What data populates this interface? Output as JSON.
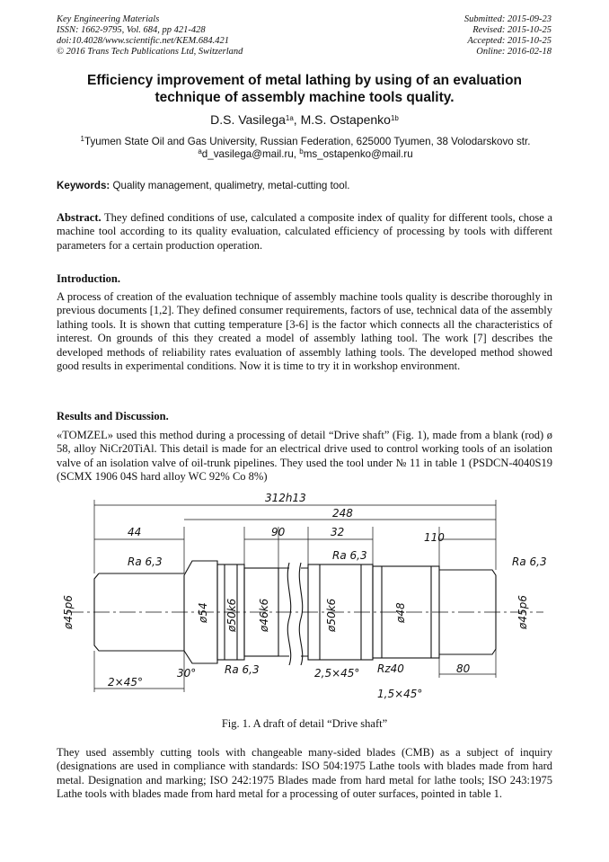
{
  "header": {
    "left": [
      "Key Engineering Materials",
      "ISSN: 1662-9795, Vol. 684, pp 421-428",
      "doi:10.4028/www.scientific.net/KEM.684.421",
      "© 2016 Trans Tech Publications Ltd, Switzerland"
    ],
    "right": [
      "Submitted: 2015-09-23",
      "Revised: 2015-10-25",
      "Accepted: 2015-10-25",
      "Online: 2016-02-18"
    ]
  },
  "title_line1": "Efficiency improvement of metal lathing by using of an evaluation",
  "title_line2": "technique of assembly machine tools quality.",
  "authors": {
    "a1": "D.S. Vasilega",
    "a1_sup": "1a",
    "sep": ", ",
    "a2": "M.S. Ostapenko",
    "a2_sup": "1b"
  },
  "affiliation": {
    "sup": "1",
    "text": "Tyumen State Oil and Gas University, Russian Federation, 625000 Tyumen, 38 Volodarskovo str.",
    "email_a_sup": "a",
    "email_a": "d_vasilega@mail.ru, ",
    "email_b_sup": "b",
    "email_b": "ms_ostapenko@mail.ru"
  },
  "keywords": {
    "label": "Keywords:",
    "text": " Quality management, qualimetry, metal-cutting tool."
  },
  "abstract": {
    "label": "Abstract.",
    "text": " They defined conditions of use, calculated a composite index of quality for different tools, chose a machine tool according to its quality evaluation, calculated efficiency of processing by tools with different parameters for a certain production operation."
  },
  "intro": {
    "heading": "Introduction.",
    "text": "A process of creation of the evaluation technique of assembly machine tools quality is describe thoroughly in previous documents [1,2]. They defined consumer requirements, factors of use, technical data of the assembly lathing tools. It is shown that cutting temperature [3-6] is the factor which connects all the characteristics of interest. On grounds of this they created a model of assembly lathing tool. The work [7] describes the developed methods of reliability rates evaluation of assembly lathing tools. The developed method showed good results in experimental conditions. Now it is time to try it in workshop environment."
  },
  "results": {
    "heading": "Results and Discussion.",
    "text": "«TOMZEL» used this method during a processing of detail “Drive shaft” (Fig. 1), made from a blank (rod) ø 58, alloy NiCr20TiAl. This detail is made for an electrical drive used to control working tools of an isolation valve of an isolation valve of oil-trunk pipelines. They used the tool under № 11 in table 1 (PSDCN-4040S19 (SCMX 1906 04S hard alloy WC 92% Co 8%)"
  },
  "figure": {
    "dims": {
      "overall": "312h13",
      "d248": "248",
      "d44": "44",
      "d90": "90",
      "d32": "32",
      "d110": "110",
      "ra1": "Ra 6,3",
      "ra2": "Ra 6,3",
      "ra3": "Ra 6,3",
      "ra4": "Ra 6,3",
      "phi45p6_l": "ø45p6",
      "phi54": "ø54",
      "phi50k6_a": "ø50k6",
      "phi46k6": "ø46k6",
      "phi50k6_b": "ø50k6",
      "phi48": "ø48",
      "phi45p6_r": "ø45p6",
      "angle30": "30°",
      "cham_l": "2×45°",
      "cham_m": "2,5×45°",
      "cham_r": "1,5×45°",
      "rz40": "Rz40",
      "d80": "80"
    }
  },
  "caption": "Fig. 1. A draft of detail “Drive shaft”",
  "closing": {
    "text": "They used assembly cutting tools with changeable many-sided blades (CMB) as a subject of inquiry (designations are used in compliance with standards: ISO 504:1975 Lathe tools with blades made from hard metal. Designation and marking; ISO 242:1975 Blades made from hard metal for lathe tools; ISO 243:1975 Lathe tools with blades made from hard metal for a processing of outer surfaces, pointed in table 1."
  }
}
